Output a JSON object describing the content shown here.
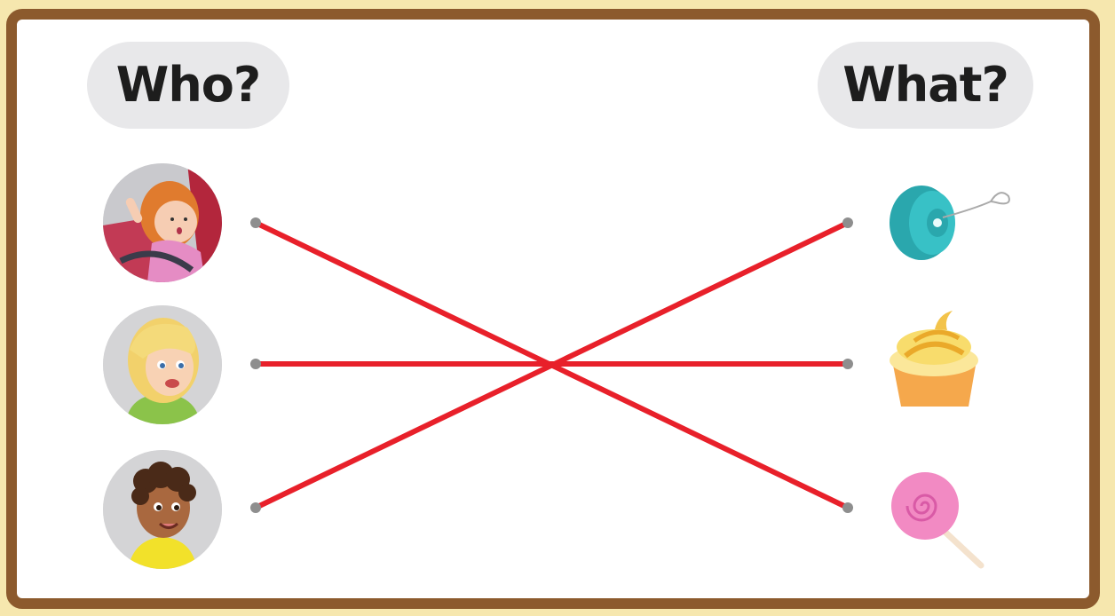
{
  "headers": {
    "who": "Who?",
    "what": "What?"
  },
  "who_items": [
    {
      "icon": "girl-in-car-avatar"
    },
    {
      "icon": "blonde-girl-avatar"
    },
    {
      "icon": "boy-avatar"
    }
  ],
  "what_items": [
    {
      "icon": "yoyo-icon"
    },
    {
      "icon": "cupcake-icon"
    },
    {
      "icon": "lollipop-icon"
    }
  ],
  "matches": [
    {
      "who": 1,
      "what": 3
    },
    {
      "who": 2,
      "what": 2
    },
    {
      "who": 3,
      "what": 1
    }
  ],
  "colors": {
    "frame": "#8c5a2d",
    "background": "#f6e7ae",
    "match_line": "#e8202a",
    "dot": "#8e8e8e",
    "pill": "#e8e8ea"
  }
}
